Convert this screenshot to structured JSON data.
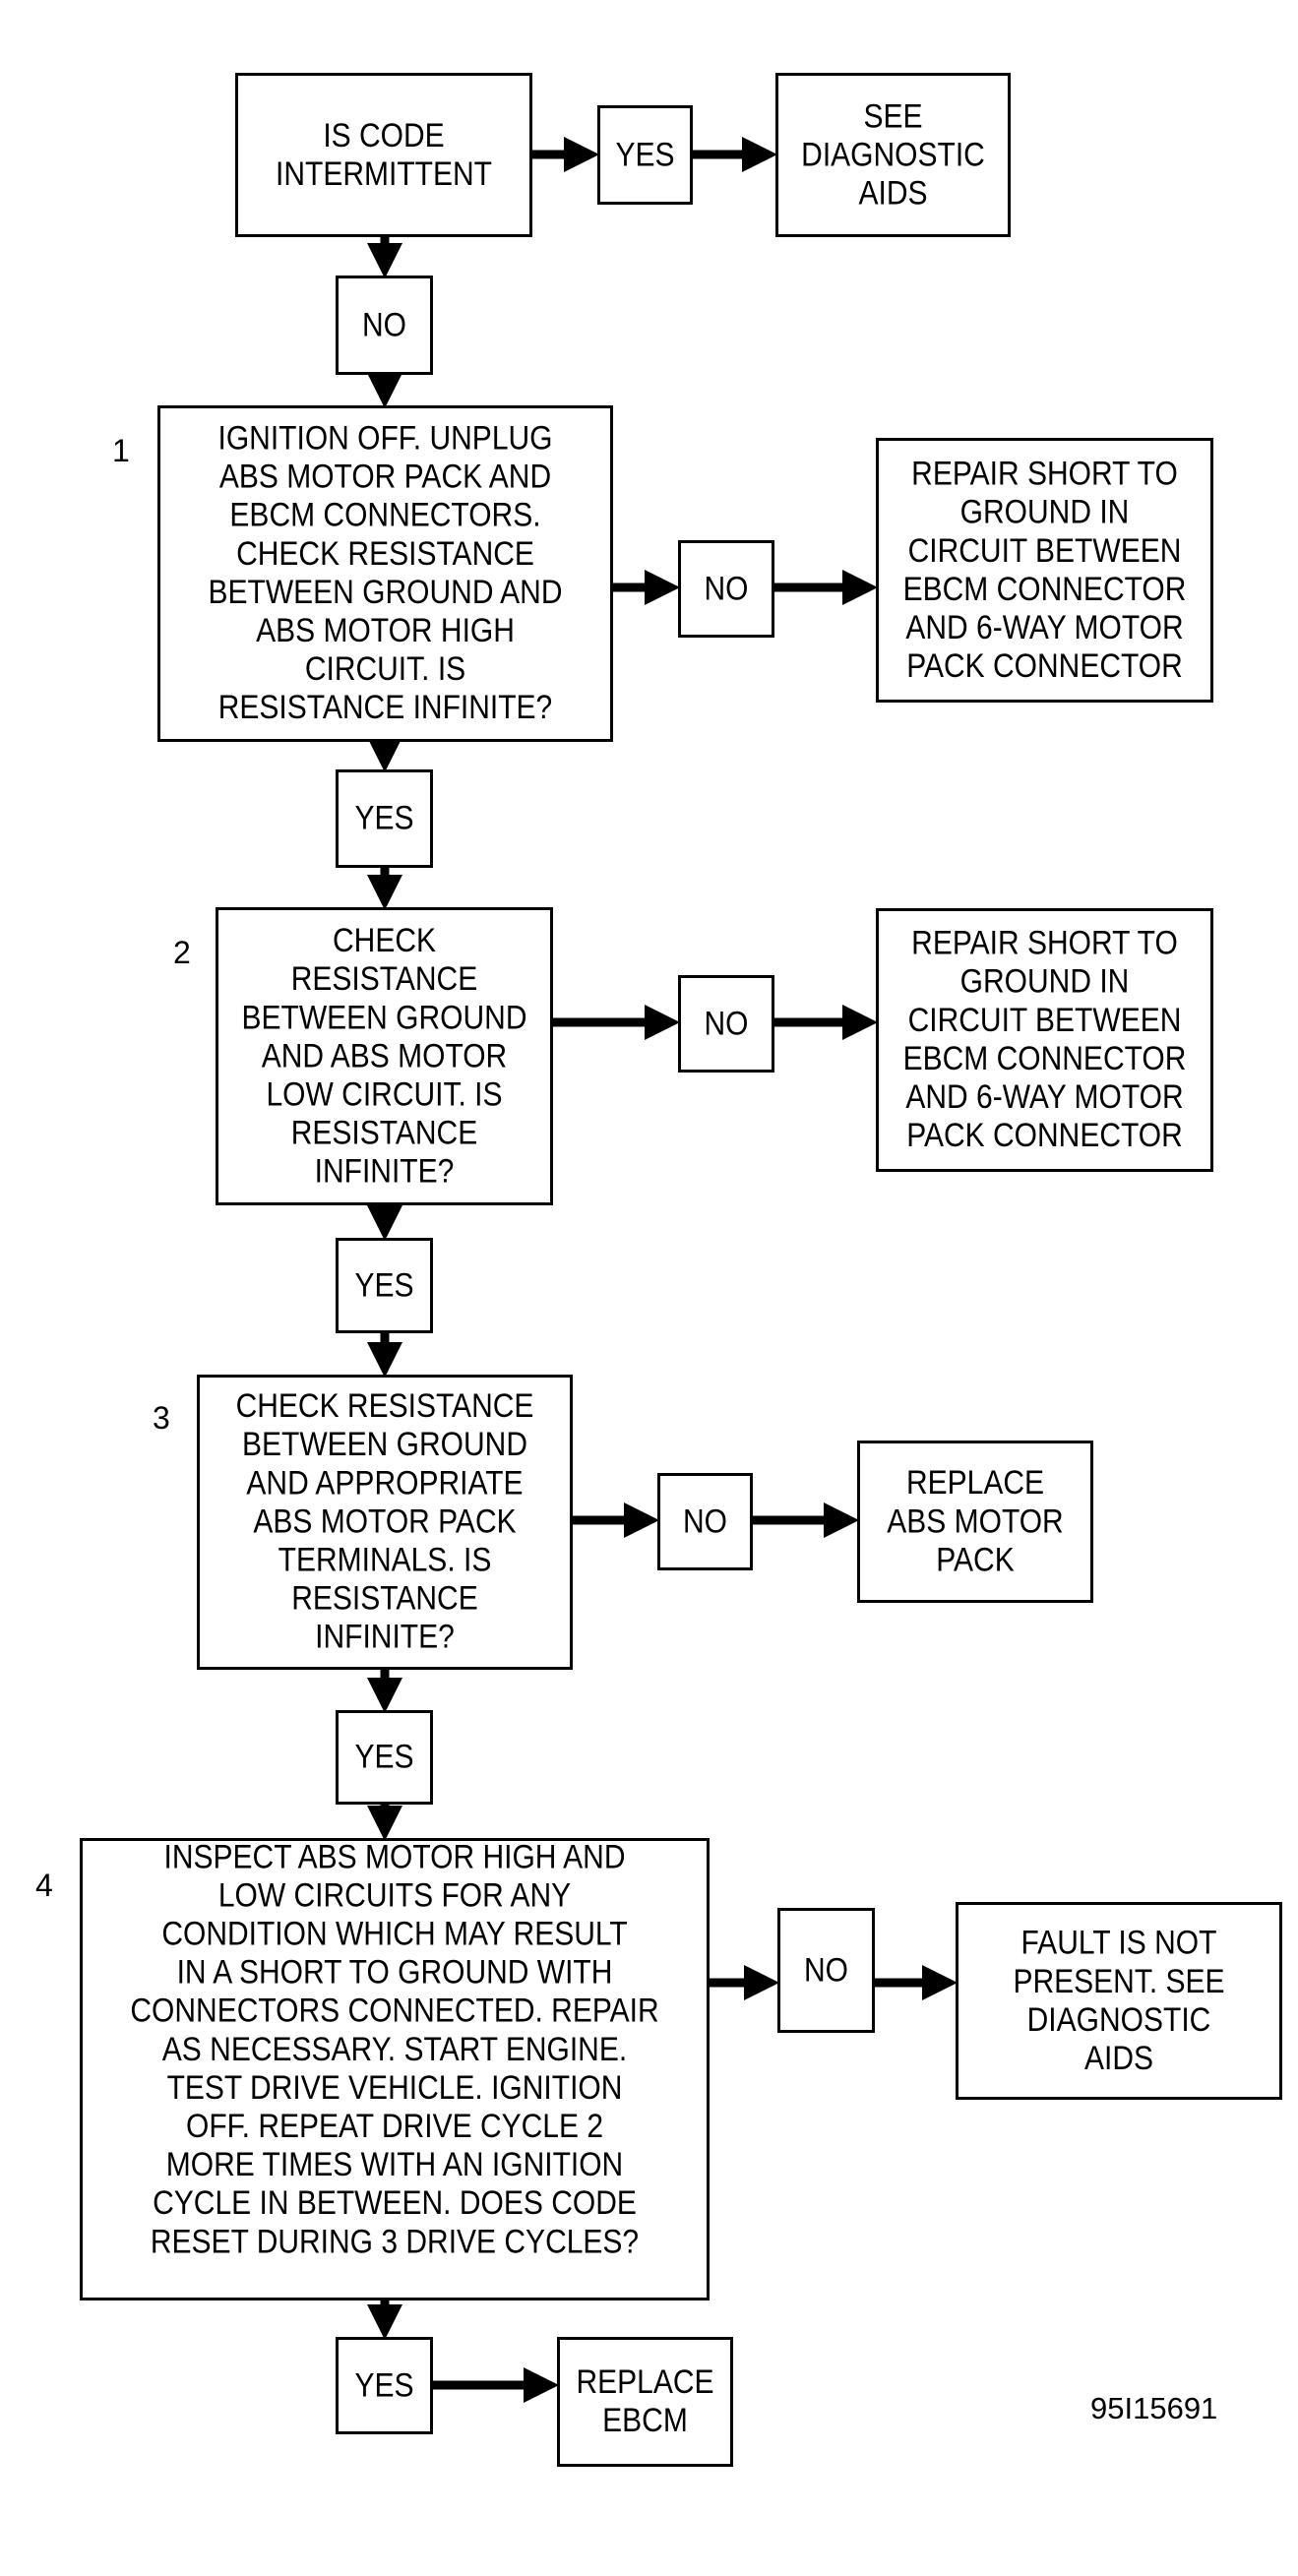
{
  "start": {
    "text": "IS CODE\nINTERMITTENT",
    "yes": "YES",
    "yes_result": "SEE\nDIAGNOSTIC\nAIDS",
    "no": "NO"
  },
  "steps": [
    {
      "number": "1",
      "text": "IGNITION OFF. UNPLUG\nABS MOTOR PACK AND\nEBCM CONNECTORS.\nCHECK RESISTANCE\nBETWEEN GROUND AND\nABS MOTOR HIGH\nCIRCUIT. IS\nRESISTANCE INFINITE?",
      "no": "NO",
      "no_result": "REPAIR SHORT TO\nGROUND IN\nCIRCUIT BETWEEN\nEBCM CONNECTOR\nAND 6-WAY MOTOR\nPACK CONNECTOR",
      "yes": "YES"
    },
    {
      "number": "2",
      "text": "CHECK\nRESISTANCE\nBETWEEN GROUND\nAND ABS MOTOR\nLOW CIRCUIT. IS\nRESISTANCE\nINFINITE?",
      "no": "NO",
      "no_result": "REPAIR SHORT TO\nGROUND IN\nCIRCUIT BETWEEN\nEBCM CONNECTOR\nAND 6-WAY MOTOR\nPACK CONNECTOR",
      "yes": "YES"
    },
    {
      "number": "3",
      "text": "CHECK RESISTANCE\nBETWEEN GROUND\nAND APPROPRIATE\nABS MOTOR PACK\nTERMINALS. IS\nRESISTANCE\nINFINITE?",
      "no": "NO",
      "no_result": "REPLACE\nABS MOTOR\nPACK",
      "yes": "YES"
    },
    {
      "number": "4",
      "text": "INSPECT ABS MOTOR HIGH AND\nLOW CIRCUITS FOR ANY\nCONDITION WHICH MAY RESULT\nIN A SHORT TO GROUND WITH\nCONNECTORS CONNECTED. REPAIR\nAS NECESSARY. START ENGINE.\nTEST DRIVE VEHICLE. IGNITION\nOFF. REPEAT DRIVE CYCLE 2\nMORE TIMES WITH AN IGNITION\nCYCLE IN BETWEEN. DOES CODE\nRESET DURING 3 DRIVE CYCLES?\n\n",
      "no": "NO",
      "no_result": "FAULT IS NOT\nPRESENT. SEE\nDIAGNOSTIC\nAIDS",
      "yes": "YES",
      "yes_result": "REPLACE\nEBCM"
    }
  ],
  "figure_id": "95I15691"
}
